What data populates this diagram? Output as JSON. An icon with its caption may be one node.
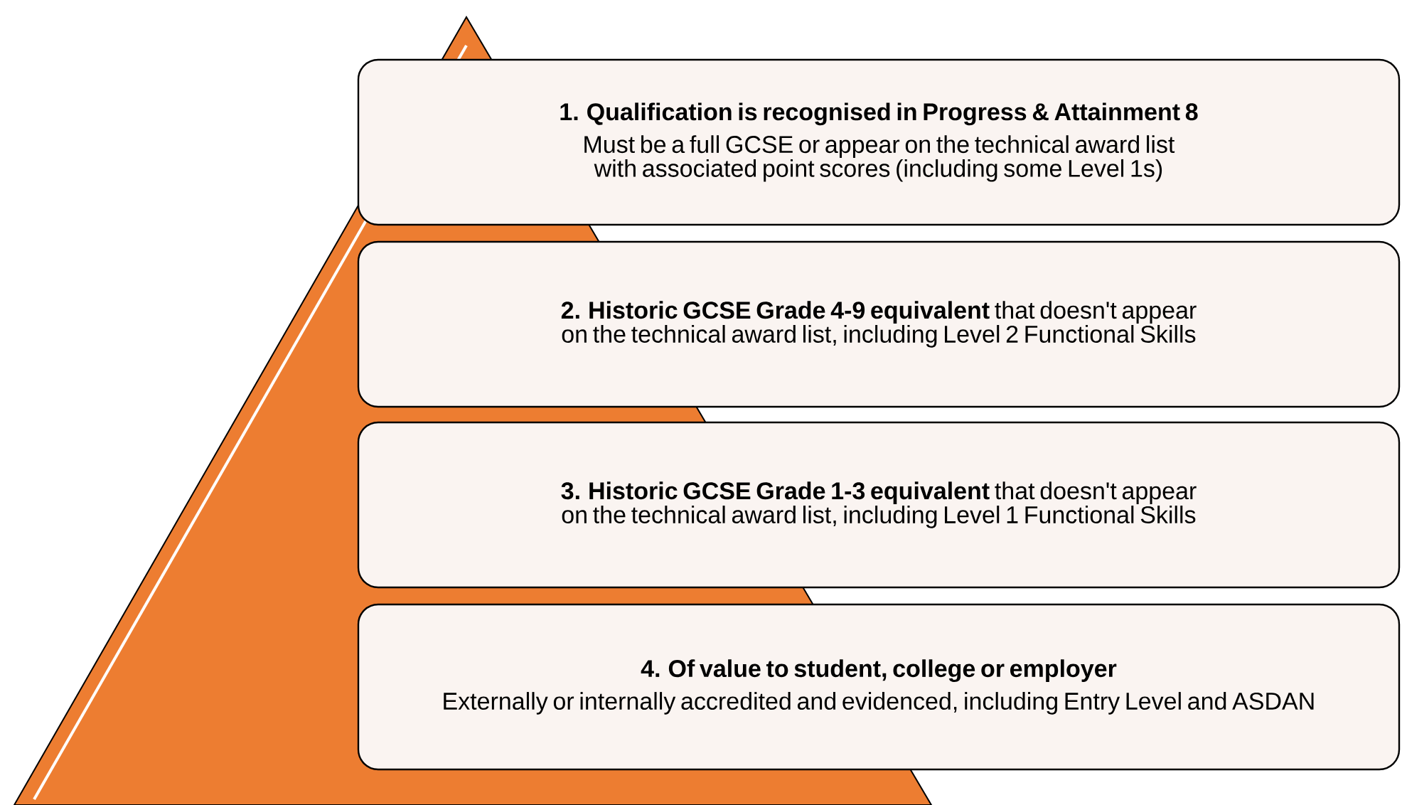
{
  "diagram": {
    "nodes": [
      {
        "text": [
          "1. Qualification is recognised in Progress & Attainment 8",
          "Must be a full GCSE or appear on the technical award list with associated point scores (including some Level 1s)"
        ]
      },
      {
        "text": [
          "**2. Historic GCSE Grade 4-9 equivalent** that doesn't appear on the technical award list, including Level 2 Functional Skills"
        ]
      },
      {
        "text": [
          "**3. Historic GCSE Grade 1-3 equivalent** that doesn't appear on the technical award list, including Level 1 Functional Skills"
        ]
      },
      {
        "text": [
          "4. Of value to student, college or employer",
          "Externally or internally accredited and evidenced, including Entry Level and ASDAN"
        ]
      }
    ],
    "edges": []
  }
}
